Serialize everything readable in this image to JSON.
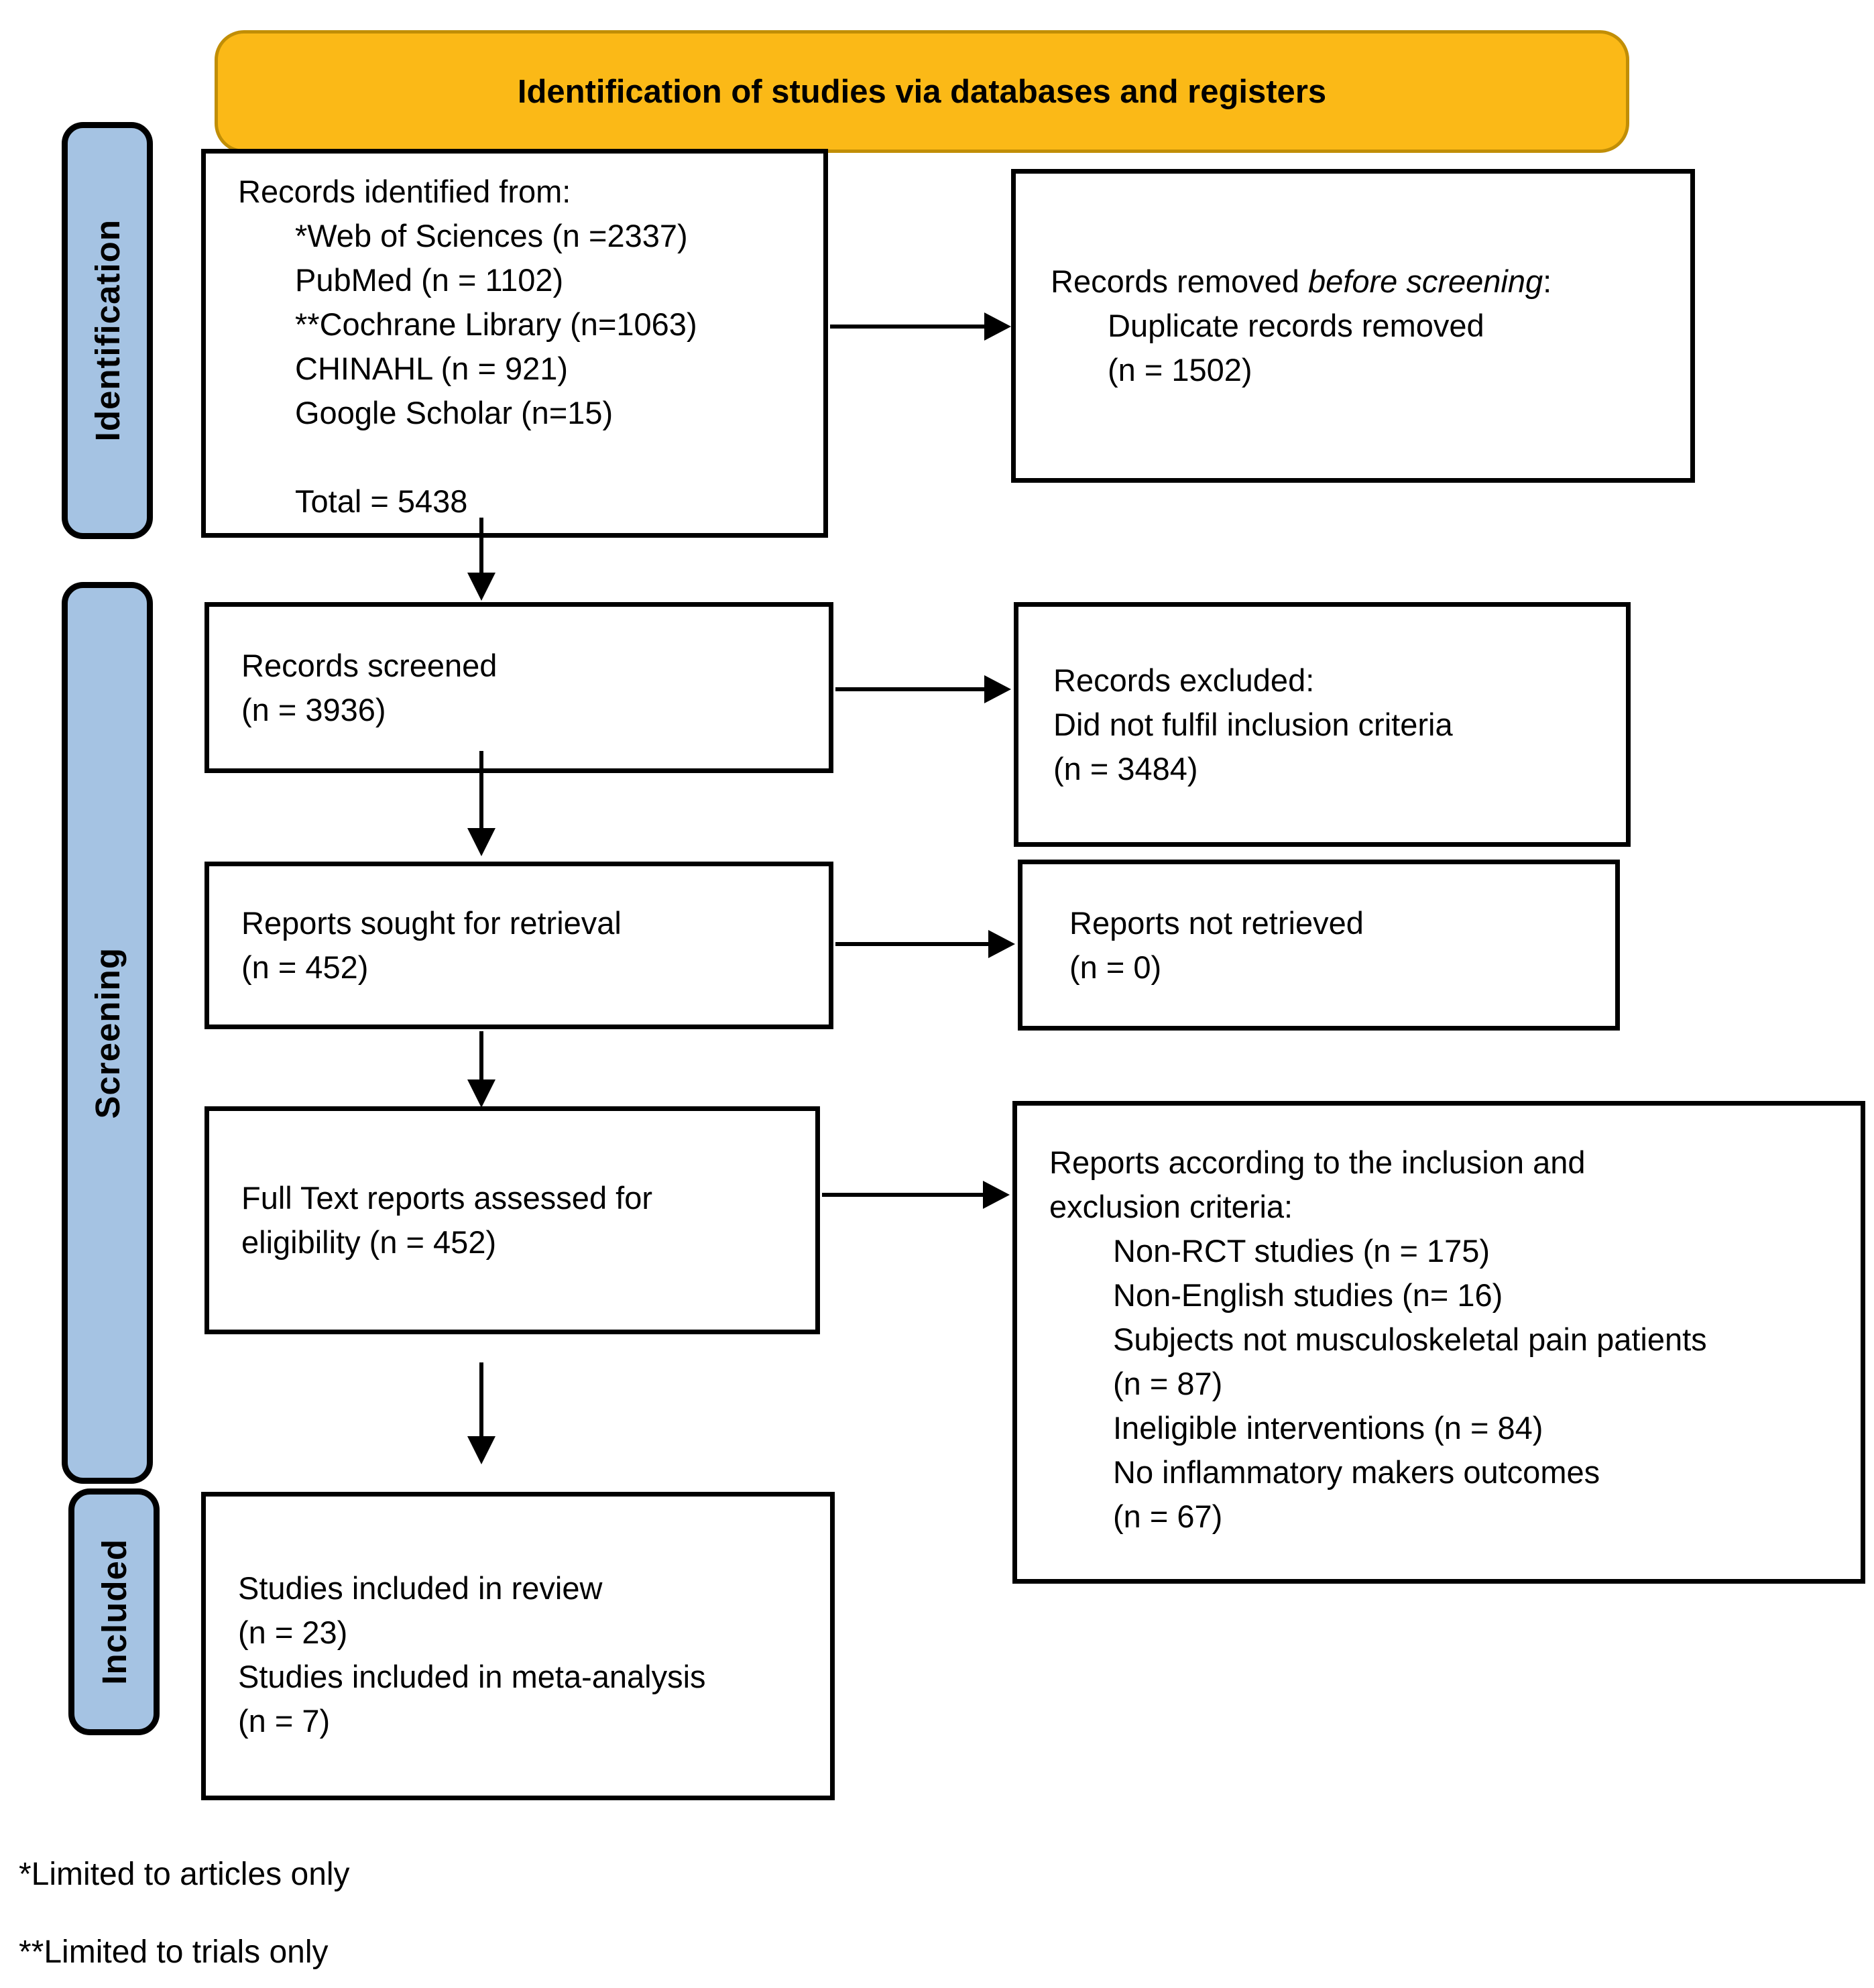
{
  "banner": {
    "title": "Identification of studies via databases and registers"
  },
  "sidebar": {
    "identification": "Identification",
    "screening": "Screening",
    "included": "Included"
  },
  "boxes": {
    "records_identified": {
      "title": "Records identified from:",
      "items": [
        "*Web of Sciences (n =2337)",
        "PubMed (n = 1102)",
        "**Cochrane Library (n=1063)",
        "CHINAHL (n = 921)",
        "Google Scholar (n=15)"
      ],
      "total": "Total = 5438"
    },
    "records_removed": {
      "prefix": "Records removed ",
      "italic": "before screening",
      "suffix": ":",
      "items": [
        "Duplicate records removed",
        "(n = 1502)"
      ]
    },
    "records_screened": {
      "lines": [
        "Records screened",
        "(n = 3936)"
      ]
    },
    "records_excluded": {
      "lines": [
        "Records excluded:",
        "Did not fulfil inclusion criteria",
        "(n = 3484)"
      ]
    },
    "reports_sought": {
      "lines": [
        "Reports sought for retrieval",
        "(n = 452)"
      ]
    },
    "reports_not_retrieved": {
      "lines": [
        "Reports not retrieved",
        "(n = 0)"
      ]
    },
    "full_text_assessed": {
      "lines": [
        "Full Text reports assessed for",
        "eligibility (n = 452)"
      ]
    },
    "reports_exclusion_reasons": {
      "header": [
        "Reports according to the inclusion and",
        "exclusion criteria:"
      ],
      "items": [
        "Non-RCT studies (n = 175)",
        "Non-English studies (n= 16)",
        "Subjects not musculoskeletal pain patients",
        "(n = 87)",
        "Ineligible interventions (n = 84)",
        "No inflammatory makers outcomes",
        "(n = 67)"
      ]
    },
    "studies_included": {
      "lines": [
        "Studies included in review",
        "(n = 23)",
        "Studies included in meta-analysis",
        "(n = 7)"
      ]
    }
  },
  "footnotes": [
    "*Limited to articles only",
    "**Limited to trials only"
  ],
  "colors": {
    "banner_bg": "#FBB917",
    "banner_border": "#C18E06",
    "sidebar_bg": "#A5C3E3",
    "box_border": "#000000"
  }
}
